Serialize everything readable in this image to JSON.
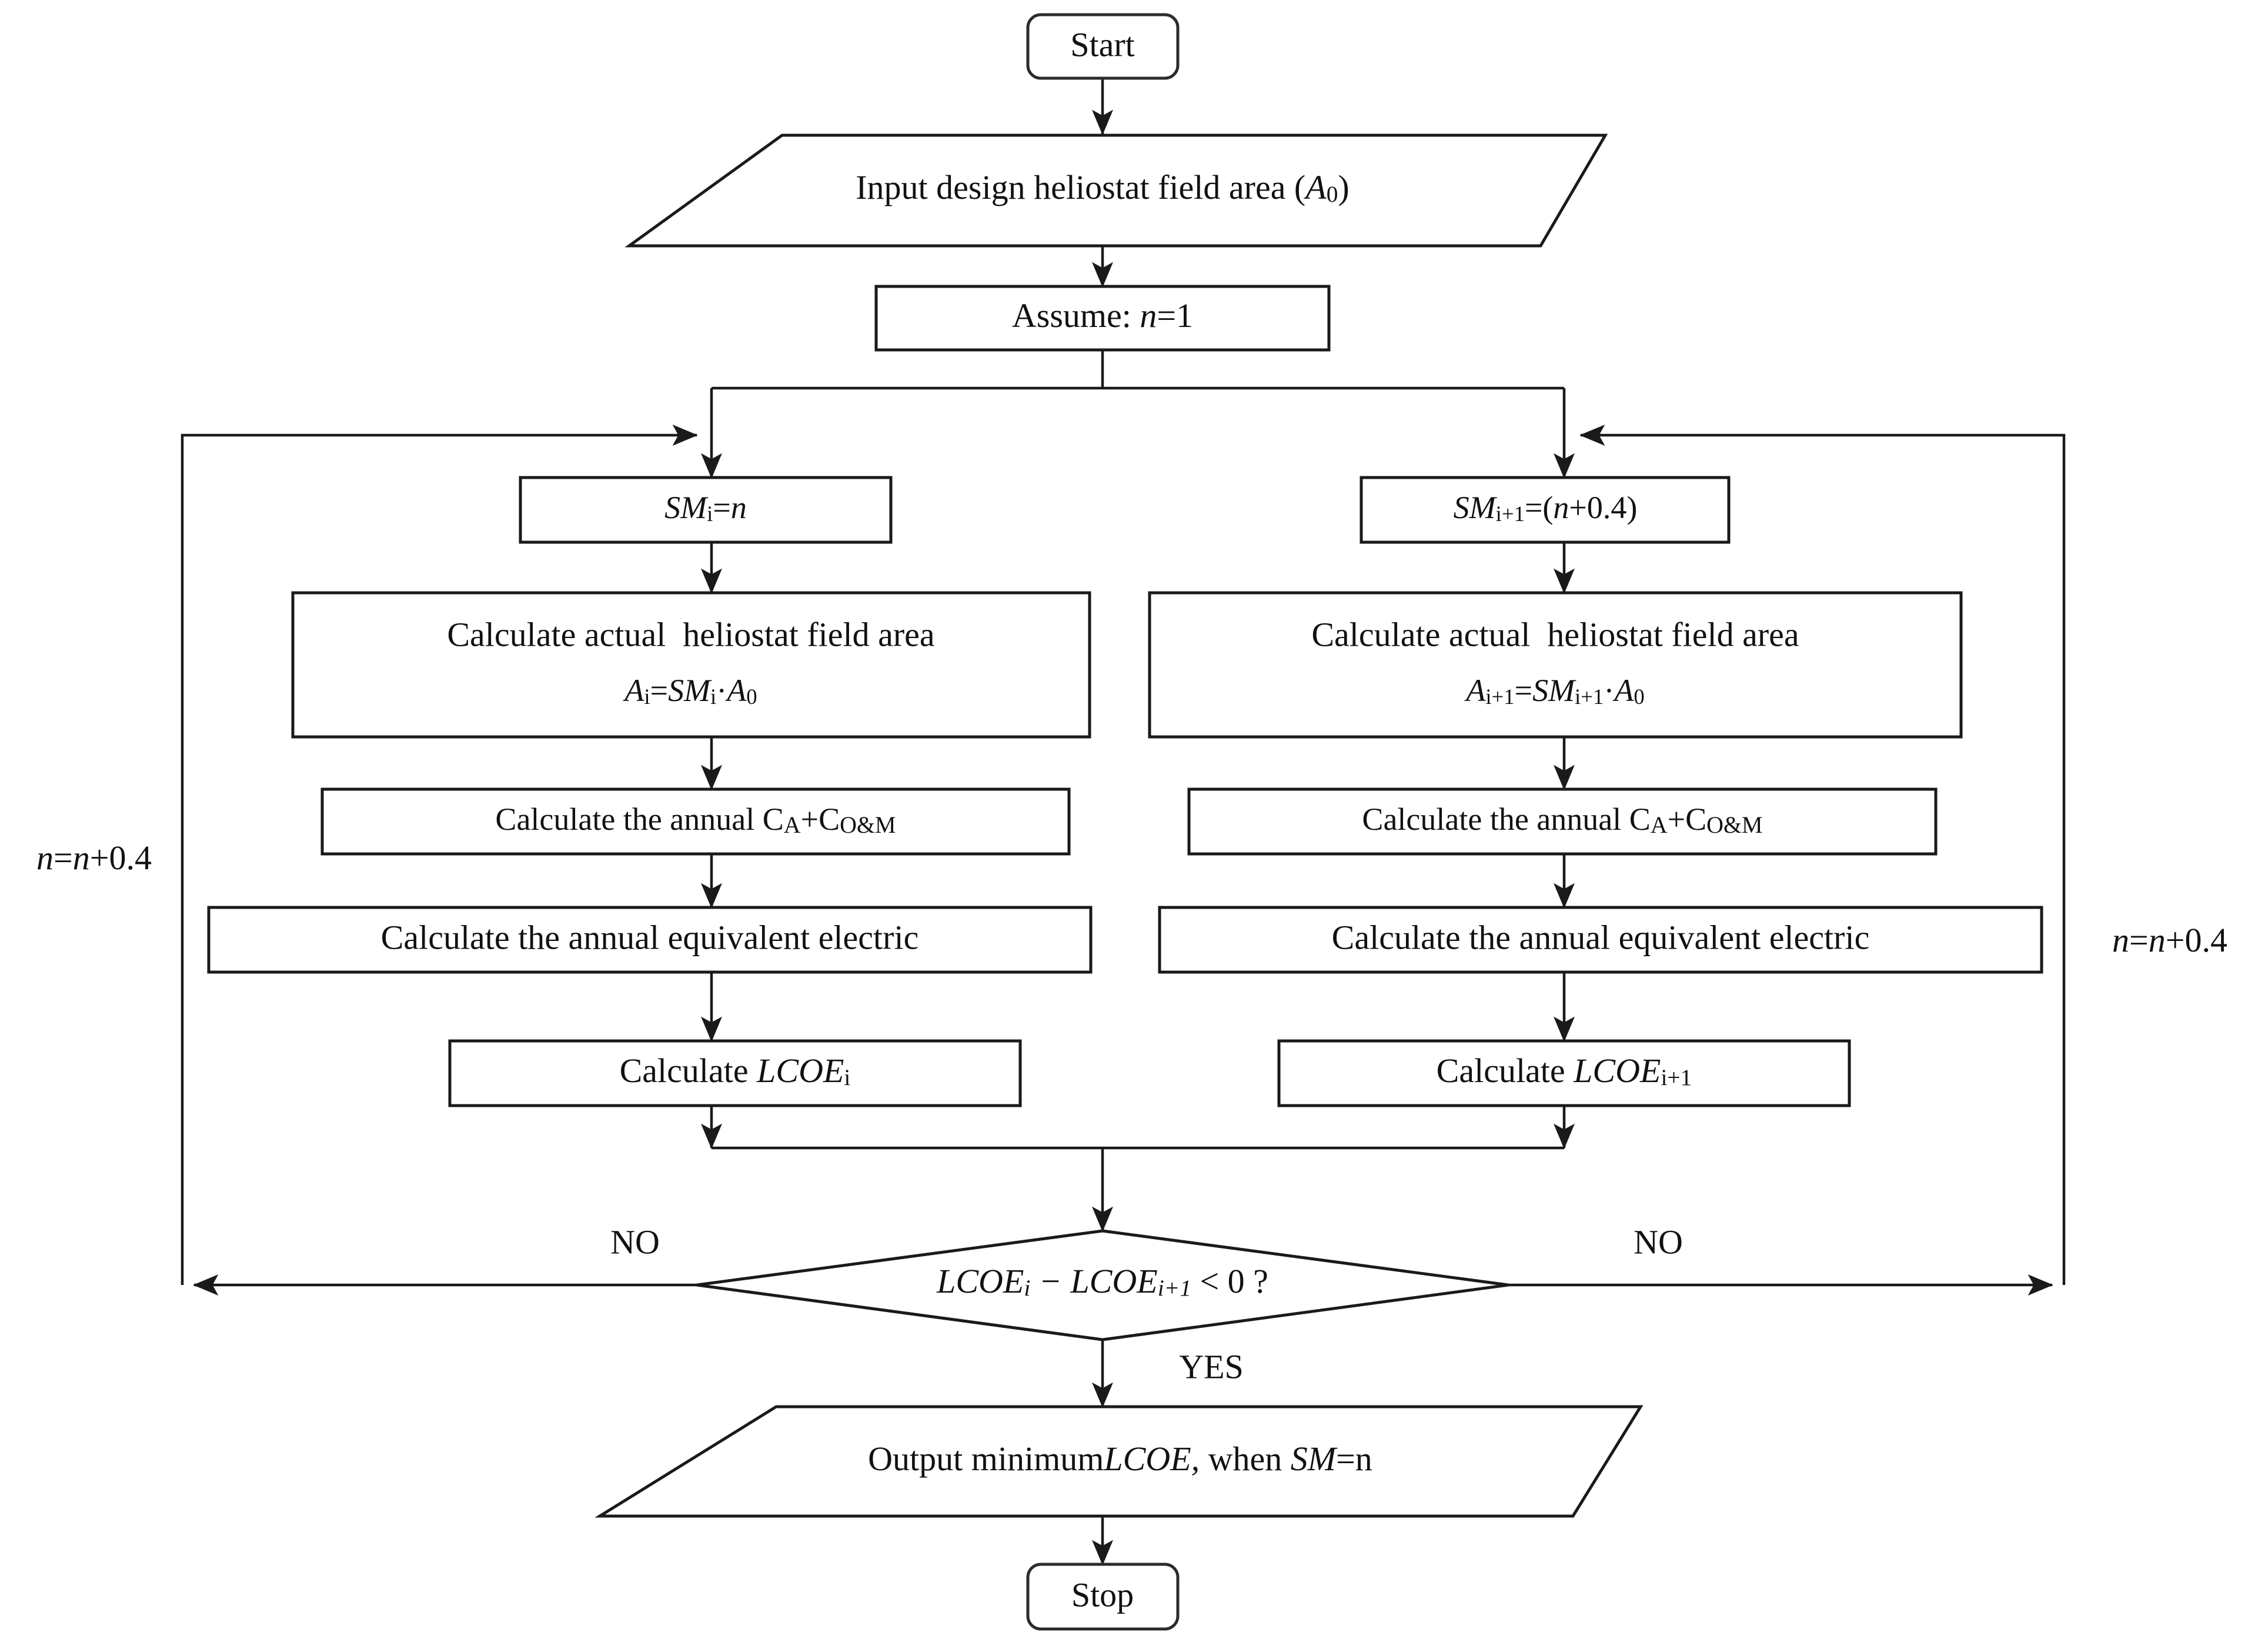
{
  "diagram": {
    "title": "LCOE optimization flowchart for heliostat field solar multiple",
    "type": "flowchart",
    "background_color": "#ffffff",
    "line_color": "#1a1a1a",
    "text_color": "#111111"
  },
  "nodes": {
    "start": {
      "label": "Start",
      "shape": "rounded-terminator"
    },
    "input": {
      "text_plain": "Input design heliostat field area (A0)",
      "prefix": "Input design heliostat field area (",
      "var_italic": "A",
      "var_sub": "0",
      "suffix": ")",
      "shape": "parallelogram-io"
    },
    "assume": {
      "text_plain": "Assume: n=1",
      "prefix": "Assume: ",
      "var_italic": "n",
      "suffix": "=1",
      "shape": "process"
    },
    "sm_left": {
      "text_plain": "SMi=n",
      "var_italic": "SM",
      "var_sub": "i",
      "mid": "=",
      "var_italic2": "n",
      "shape": "process"
    },
    "sm_right": {
      "text_plain": "SMi+1=(n+0.4)",
      "var_italic": "SM",
      "var_sub": "i+1",
      "mid": "=(",
      "var_italic2": "n",
      "suffix": "+0.4)",
      "shape": "process"
    },
    "area_left": {
      "line1": "Calculate actual  heliostat field area",
      "line2_plain": "Ai=SMi·A0",
      "l2_a": "A",
      "l2_a_sub": "i",
      "l2_eq": "=",
      "l2_sm": "SM",
      "l2_sm_sub": "i",
      "l2_dot": "·",
      "l2_a2": "A",
      "l2_a2_sub": "0",
      "shape": "process"
    },
    "area_right": {
      "line1": "Calculate actual  heliostat field area",
      "line2_plain": "Ai+1=SMi+1·A0",
      "l2_a": "A",
      "l2_a_sub": "i+1",
      "l2_eq": "=",
      "l2_sm": "SM",
      "l2_sm_sub": "i+1",
      "l2_dot": "·",
      "l2_a2": "A",
      "l2_a2_sub": "0",
      "shape": "process"
    },
    "cost_left": {
      "text_plain": "Calculate the annual CA+CO&M",
      "prefix": "Calculate the annual C",
      "sub1": "A",
      "mid": "+C",
      "sub2": "O&M",
      "shape": "process"
    },
    "cost_right": {
      "text_plain": "Calculate the annual CA+CO&M",
      "prefix": "Calculate the annual C",
      "sub1": "A",
      "mid": "+C",
      "sub2": "O&M",
      "shape": "process"
    },
    "electric_left": {
      "label": "Calculate the annual equivalent electric",
      "shape": "process"
    },
    "electric_right": {
      "label": "Calculate the annual equivalent electric",
      "shape": "process"
    },
    "lcoe_left": {
      "text_plain": "Calculate LCOEi",
      "prefix": "Calculate ",
      "var_italic": "LCOE",
      "var_sub": "i",
      "shape": "process"
    },
    "lcoe_right": {
      "text_plain": "Calculate LCOEi+1",
      "prefix": "Calculate ",
      "var_italic": "LCOE",
      "var_sub": "i+1",
      "shape": "process"
    },
    "decision": {
      "text_plain": "LCOEi − LCOEi+1 < 0 ?",
      "v1": "LCOE",
      "v1_sub": "i",
      "op": " − ",
      "v2": "LCOE",
      "v2_sub": "i+1",
      "tail": " < 0 ?",
      "shape": "diamond"
    },
    "output": {
      "text_plain": "Output minimumLCOE, when SM=n",
      "prefix": "Output minimum",
      "var_italic": "LCOE,",
      "mid": " when ",
      "var_italic2": "SM",
      "suffix": "=n",
      "shape": "parallelogram-io"
    },
    "stop": {
      "label": "Stop",
      "shape": "rounded-terminator"
    }
  },
  "edge_labels": {
    "yes": "YES",
    "no_left": "NO",
    "no_right": "NO",
    "increment_left_plain": "n=n+0.4",
    "increment_right_plain": "n=n+0.4",
    "inc_v1": "n",
    "inc_eq": "=",
    "inc_v2": "n",
    "inc_tail": "+0.4"
  },
  "flow": {
    "sequence": [
      "Start",
      "Input design heliostat field area (A0)",
      "Assume: n=1",
      "split into two parallel branches",
      "SMi=n  |  SMi+1=(n+0.4)",
      "Calculate actual heliostat field area",
      "Calculate the annual CA+CO&M",
      "Calculate the annual equivalent electric",
      "Calculate LCOEi  |  Calculate LCOEi+1",
      "merge",
      "LCOEi - LCOEi+1 < 0 ?",
      "YES -> Output minimum LCOE, when SM=n -> Stop",
      "NO -> n=n+0.4 -> loop back to branch split"
    ]
  }
}
